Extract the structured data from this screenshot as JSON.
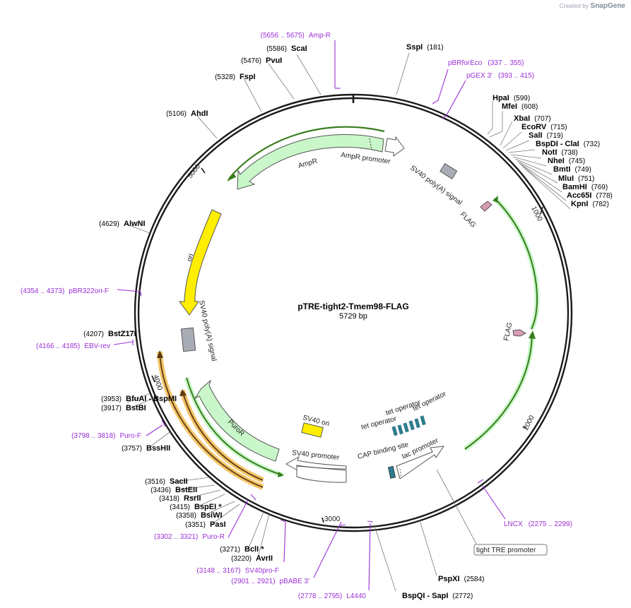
{
  "credit": {
    "created_by": "Created by",
    "brand": "SnapGene"
  },
  "title": "pTRE-tight2-Tmem98-FLAG",
  "length_label": "5729 bp",
  "tick_labels": [
    "1000",
    "2000",
    "3000",
    "4000",
    "5000"
  ],
  "sites": [
    {
      "pos": "(181)",
      "name": "SspI"
    },
    {
      "pos": "(599)",
      "name": "HpaI"
    },
    {
      "pos": "(608)",
      "name": "MfeI"
    },
    {
      "pos": "(707)",
      "name": "XbaI"
    },
    {
      "pos": "(715)",
      "name": "EcoRV"
    },
    {
      "pos": "(719)",
      "name": "SalI"
    },
    {
      "pos": "(732)",
      "name": "BspDI - ClaI"
    },
    {
      "pos": "(738)",
      "name": "NotI"
    },
    {
      "pos": "(745)",
      "name": "NheI"
    },
    {
      "pos": "(749)",
      "name": "BmtI"
    },
    {
      "pos": "(751)",
      "name": "MluI"
    },
    {
      "pos": "(769)",
      "name": "BamHI"
    },
    {
      "pos": "(778)",
      "name": "Acc65I"
    },
    {
      "pos": "(782)",
      "name": "KpnI"
    },
    {
      "pos": "(5586)",
      "name": "ScaI"
    },
    {
      "pos": "(5476)",
      "name": "PvuI"
    },
    {
      "pos": "(5328)",
      "name": "FspI"
    },
    {
      "pos": "(5106)",
      "name": "AhdI"
    },
    {
      "pos": "(4629)",
      "name": "AlwNI"
    },
    {
      "pos": "(4207)",
      "name": "BstZ17I"
    },
    {
      "pos": "(3953)",
      "name": "BfuAI - BspMI"
    },
    {
      "pos": "(3917)",
      "name": "BstBI"
    },
    {
      "pos": "(3757)",
      "name": "BssHII"
    },
    {
      "pos": "(3516)",
      "name": "SacII"
    },
    {
      "pos": "(3436)",
      "name": "BstEII"
    },
    {
      "pos": "(3418)",
      "name": "RsrII"
    },
    {
      "pos": "(3415)",
      "name": "BspEI *"
    },
    {
      "pos": "(3358)",
      "name": "BsiWI"
    },
    {
      "pos": "(3351)",
      "name": "PasI"
    },
    {
      "pos": "(3271)",
      "name": "BclI *"
    },
    {
      "pos": "(3220)",
      "name": "AvrII"
    },
    {
      "pos": "(2584)",
      "name": "PspXI"
    },
    {
      "pos": "(2772)",
      "name": "BspQI - SapI"
    }
  ],
  "primers": [
    {
      "range": "(5656 .. 5675)",
      "name": "Amp-R"
    },
    {
      "range": "(337 .. 355)",
      "name": "pBRforEco"
    },
    {
      "range": "(393 .. 415)",
      "name": "pGEX 3'"
    },
    {
      "range": "(4354 .. 4373)",
      "name": "pBR322ori-F"
    },
    {
      "range": "(4166 .. 4185)",
      "name": "EBV-rev"
    },
    {
      "range": "(3798 .. 3818)",
      "name": "Puro-F"
    },
    {
      "range": "(3302 .. 3321)",
      "name": "Puro-R"
    },
    {
      "range": "(3148 .. 3167)",
      "name": "SV40pro-F"
    },
    {
      "range": "(2901 .. 2921)",
      "name": "pBABE 3'"
    },
    {
      "range": "(2778 .. 2795)",
      "name": "L4440"
    },
    {
      "range": "(2275 .. 2299)",
      "name": "LNCX"
    }
  ],
  "features": {
    "ampr_promoter": "AmpR promoter",
    "ampr": "AmpR",
    "sv40_polya_top": "SV40 poly(A) signal",
    "flag_top": "FLAG",
    "ori": "ori",
    "sv40_polya_left": "SV40 poly(A) signal",
    "puror": "PuroR",
    "sv40_ori": "SV40 ori",
    "sv40_promoter": "SV40 promoter",
    "flag_right": "FLAG",
    "tet_operator_1": "tet operator",
    "tet_operator_2": "tet operator",
    "tet_operator_3": "tet operator",
    "cap_binding_site": "CAP binding site",
    "lac_promoter": "lac promoter",
    "tight_tre_promoter": "tight TRE promoter"
  },
  "colors": {
    "backbone": "#1a1a1a",
    "primer": "#9a2fd6",
    "green_feature": "#c9f7c9",
    "green_stroke": "#3a7d1e",
    "orange_feature": "#f5c56a",
    "ori": "#ffee00",
    "polyA": "#a8adb5",
    "flag": "#d79db5",
    "tet": "#2e7c8e"
  }
}
